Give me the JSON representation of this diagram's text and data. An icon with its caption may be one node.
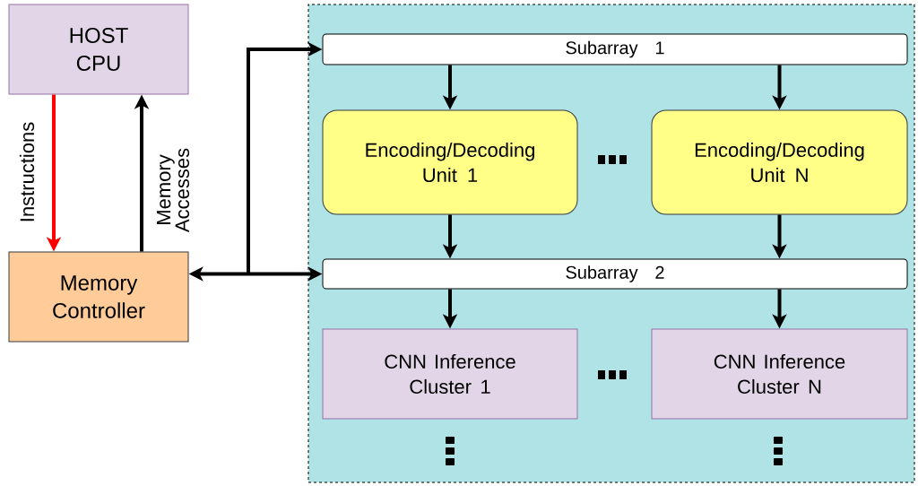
{
  "diagram": {
    "nodes": [
      {
        "text": [
          "HOST CPU"
        ]
      },
      {
        "text": [
          "Memory Controller"
        ]
      },
      {
        "text": [],
        "shape": "box"
      },
      {
        "text": [
          "Subarray 1"
        ],
        "in": 2
      },
      {
        "text": [
          "Encoding/Decoding Unit 1"
        ],
        "in": 2
      },
      {
        "text": [
          "Encoding/Decoding Unit N"
        ],
        "in": 2
      },
      {
        "text": [
          "Subarray 2"
        ],
        "in": 2
      },
      {
        "text": [
          "CNN Inference Cluster 1"
        ],
        "in": 2
      },
      {
        "text": [
          "CNN Inference Cluster N"
        ],
        "in": 2
      }
    ],
    "edges": [
      {
        "from": 0,
        "to": 1,
        "arrow": "to",
        "label": "Instructions",
        "color": "#ff0000"
      },
      {
        "from": 1,
        "to": 0,
        "arrow": "to",
        "label": "Memory Accesses"
      },
      {
        "from": 1,
        "to": 3,
        "arrow": "both"
      },
      {
        "from": 1,
        "to": 6,
        "arrow": "both"
      },
      {
        "from": 3,
        "to": 4,
        "arrow": "to"
      },
      {
        "from": 3,
        "to": 5,
        "arrow": "to"
      },
      {
        "from": 4,
        "to": 6,
        "arrow": "to"
      },
      {
        "from": 5,
        "to": 6,
        "arrow": "to"
      },
      {
        "from": 6,
        "to": 7,
        "arrow": "to"
      },
      {
        "from": 6,
        "to": 8,
        "arrow": "to"
      }
    ]
  }
}
